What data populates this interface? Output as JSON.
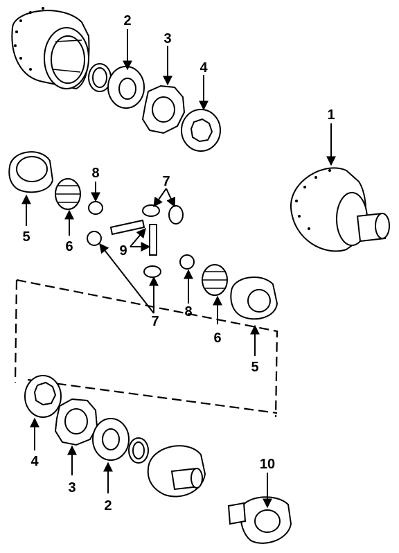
{
  "diagram": {
    "callouts": {
      "c1": "1",
      "c2_top": "2",
      "c3_top": "3",
      "c4_top": "4",
      "c5_left": "5",
      "c6_left": "6",
      "c8_left": "8",
      "c7_top": "7",
      "c9": "9",
      "c7_bottom": "7",
      "c8_right": "8",
      "c6_right": "6",
      "c5_right": "5",
      "c4_bottom": "4",
      "c3_bottom": "3",
      "c2_bottom": "2",
      "c10": "10"
    },
    "colors": {
      "line": "#000000",
      "background": "#ffffff"
    }
  }
}
